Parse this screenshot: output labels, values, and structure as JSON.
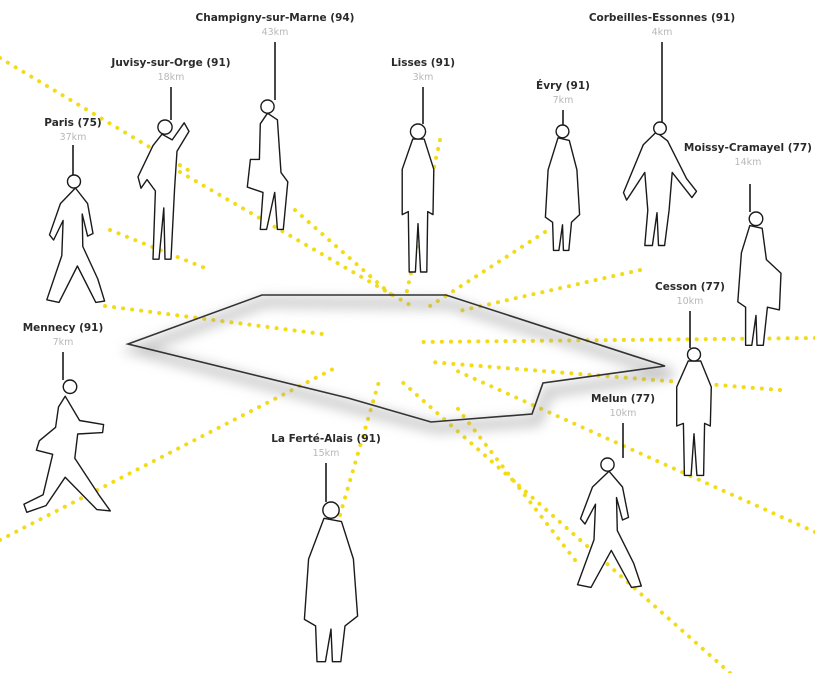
{
  "colors": {
    "rays": "#f2dc18",
    "outline": "#1a1a1a",
    "city": "#2a2a2a",
    "distance": "#b8b8b8"
  },
  "destinations": [
    {
      "id": "champigny",
      "city": "Champigny-sur-Marne (94)",
      "distance": "43km"
    },
    {
      "id": "corbeilles",
      "city": "Corbeilles-Essonnes (91)",
      "distance": "4km"
    },
    {
      "id": "juvisy",
      "city": "Juvisy-sur-Orge (91)",
      "distance": "18km"
    },
    {
      "id": "lisses",
      "city": "Lisses (91)",
      "distance": "3km"
    },
    {
      "id": "evry",
      "city": "Évry (91)",
      "distance": "7km"
    },
    {
      "id": "paris",
      "city": "Paris (75)",
      "distance": "37km"
    },
    {
      "id": "moissy",
      "city": "Moissy-Cramayel (77)",
      "distance": "14km"
    },
    {
      "id": "cesson",
      "city": "Cesson (77)",
      "distance": "10km"
    },
    {
      "id": "mennecy",
      "city": "Mennecy (91)",
      "distance": "7km"
    },
    {
      "id": "melun",
      "city": "Melun (77)",
      "distance": "10km"
    },
    {
      "id": "laferte",
      "city": "La Ferté-Alais (91)",
      "distance": "15km"
    }
  ]
}
